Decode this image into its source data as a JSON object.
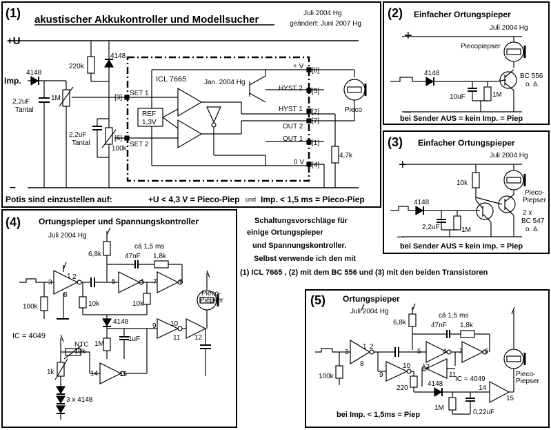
{
  "p1": {
    "num": "(1)",
    "title": "akustischer Akkukontroller und Modellsucher",
    "date": "Juli 2004 Hg",
    "changed": "geändert: Juni 2007 Hg",
    "plus_u": "+U",
    "minus": "–",
    "imp": "Imp.",
    "d4148a": "4148",
    "d4148b": "4148",
    "r220k": "220k",
    "pot1m": "1M",
    "cap1": "2,2uF",
    "tantal1": "Tantal",
    "cap2": "2,2uF",
    "tantal2": "Tantal",
    "pot100k": "100k",
    "ic": "ICL 7665",
    "icdate": "Jan. 2004 Hg",
    "ref1": "REF",
    "ref2": "1,3V",
    "set1": "SET 1",
    "set2": "SET 2",
    "pin3": "[3]",
    "pin6": "[6]",
    "vplus": "+ V",
    "pin8": "[8]",
    "hyst2": "HYST 2",
    "pin5": "[5]",
    "hyst1": "HYST 1",
    "pin2": "[2]",
    "pin7": "[7]",
    "out2": "OUT 2",
    "out1": "OUT 1",
    "pin1": "[1]",
    "zerov": "0 V",
    "pin4": "[4]",
    "pieco": "Pieco",
    "r47k": "4,7k",
    "footer1": "Potis sind einzustellen auf:",
    "footer2": "+U < 4,3 V = Pieco-Piep",
    "footer3": "und",
    "footer4": "Imp. < 1,5 ms = Pieco-Piep"
  },
  "p2": {
    "num": "(2)",
    "title": "Einfacher Ortungspieper",
    "date": "Juli 2004 Hg",
    "plus": "+",
    "minus": "–",
    "buzzer": "Piecopiepser",
    "diode": "4148",
    "cap": "10uF",
    "res": "1M",
    "trans": "BC 556",
    "oa": "o. ä.",
    "footer": "bei Sender AUS = kein Imp. = Piep"
  },
  "p3": {
    "num": "(3)",
    "title": "Einfacher Ortungspieper",
    "date": "Juli 2004 Hg",
    "plus": "+",
    "minus": "–",
    "r10k": "10k",
    "buzzer1": "Pieco-",
    "buzzer2": "Piepser",
    "diode": "4148",
    "cap": "2,2uF",
    "res": "1M",
    "trans1": "2 x",
    "trans2": "BC 547",
    "oa": "o. ä.",
    "footer": "bei Sender AUS = kein Imp. = Piep"
  },
  "p4": {
    "num": "(4)",
    "title": "Ortungspieper  und Spannungskontroller",
    "date": "Juli 2004 Hg",
    "r68k": "6,8k",
    "ca": "cá 1,5 ms",
    "c47n": "47nF",
    "r18k": "1,8k",
    "r100k": "100k",
    "r10ka": "10k",
    "r10kb": "10k",
    "d4148": "4148",
    "r1m": "1M",
    "c1u": "1uF",
    "ic": "IC = 4049",
    "ntc": "NTC",
    "ntcval": "10k",
    "r1k": "1k",
    "diodes": "3 x 4148",
    "buzzer1": "Pieco-",
    "buzzer2": "Piepser",
    "n1": "1",
    "n2": "2",
    "n3": "3",
    "n4": "4",
    "n5": "5",
    "n6": "6",
    "n7": "7",
    "n8": "8",
    "n9": "9",
    "n10": "10",
    "n11": "11",
    "n12": "12",
    "n14": "14",
    "n15": "15"
  },
  "p5": {
    "num": "(5)",
    "title": "Ortungspieper",
    "date": "Juli 2004 Hg",
    "r68k": "6,8k",
    "ca": "cá 1,5 ms",
    "c47n": "47nF",
    "r18k": "1,8k",
    "r100k": "100k",
    "r220": "220",
    "d4148": "4148",
    "r1m": "1M",
    "c022": "0,22uF",
    "ic": "IC = 4049",
    "buzzer1": "Pieco-",
    "buzzer2": "Piepser",
    "footer": "bei Imp. < 1,5ms = Piep",
    "n1": "1",
    "n2": "2",
    "n3": "3",
    "n4": "4",
    "n5": "5",
    "n6": "6",
    "n7": "7",
    "n8": "8",
    "n9": "9",
    "n10": "10",
    "n11": "11",
    "n12": "12",
    "n14": "14",
    "n15": "15"
  },
  "note": {
    "l1": "Schaltungsvorschläge für",
    "l2": "einige Ortungspieper",
    "l3": "und Spannungskontroller.",
    "l4": "Selbst verwende ich den mit",
    "l5": "(1) ICL 7665 , (2) mit dem BC 556  und (3) mit den beiden Transistoren"
  }
}
